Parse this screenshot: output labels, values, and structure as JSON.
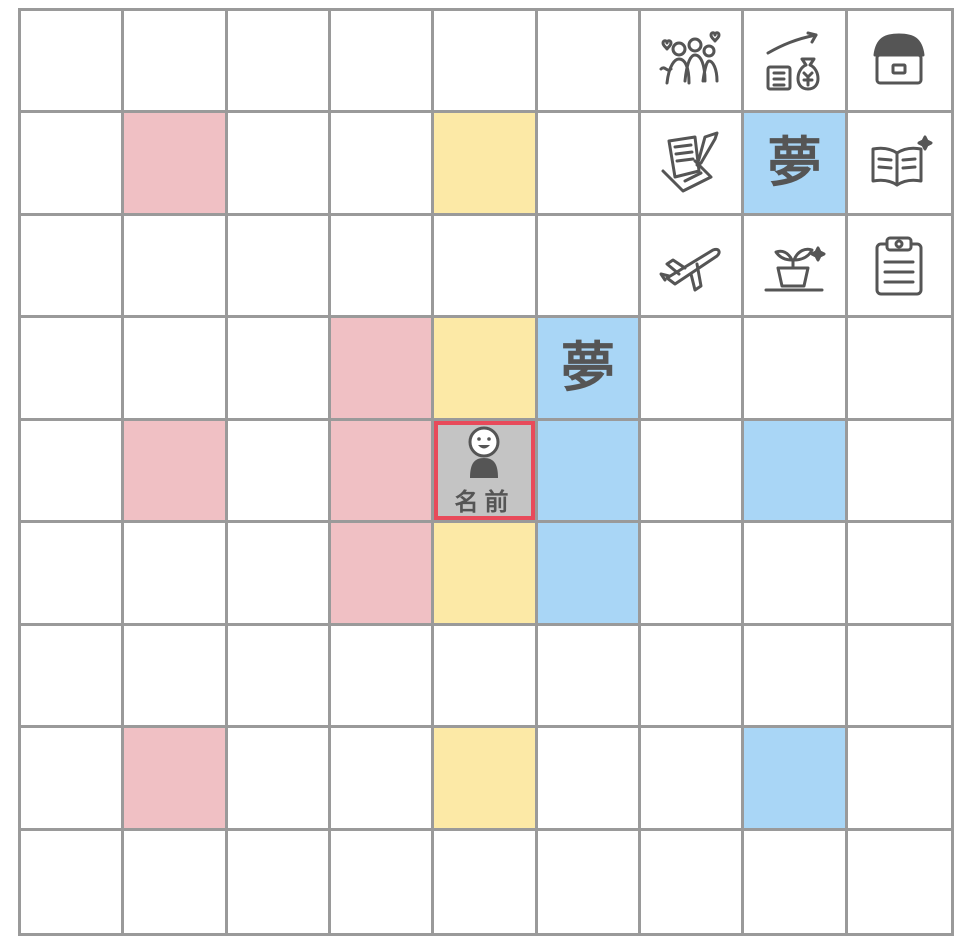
{
  "board": {
    "rows": 9,
    "cols": 9,
    "line_color": "#9a9a9a",
    "colors": {
      "pink": "#f0c0c4",
      "yellow": "#fce9a6",
      "blue": "#a9d6f6",
      "gray": "#c4c4c4",
      "highlight": "#e84a5a"
    },
    "dream_label_top": "夢",
    "dream_label_mid": "夢",
    "avatar_label": "名前",
    "icons": {
      "people": "people-with-hearts-icon",
      "money": "money-growth-icon",
      "house": "house-icon",
      "documents": "documents-writing-icon",
      "book": "open-book-icon",
      "airplane": "airplane-icon",
      "plant": "plant-pot-icon",
      "clipboard": "clipboard-icon",
      "avatar": "person-avatar-icon"
    }
  }
}
